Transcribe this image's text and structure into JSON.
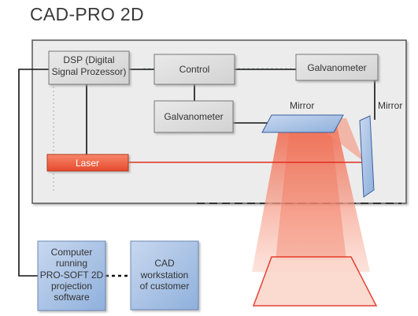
{
  "title": "CAD-PRO 2D",
  "blocks": {
    "dsp": [
      "DSP (Digital",
      "Signal Prozessor)"
    ],
    "control": "Control",
    "galvanometer_top": "Galvanometer",
    "galvanometer_mid": "Galvanometer",
    "laser": "Laser",
    "computer": [
      "Computer",
      "running",
      "PRO-SOFT 2D",
      "projection",
      "software"
    ],
    "cad": [
      "CAD",
      "workstation",
      "of customer"
    ]
  },
  "mirror_labels": [
    "Mirror",
    "Mirror"
  ],
  "colors": {
    "laser": "#e8573a",
    "mirror": "#9db9e0",
    "panel": "#ebebeb",
    "block": "#dedede"
  }
}
